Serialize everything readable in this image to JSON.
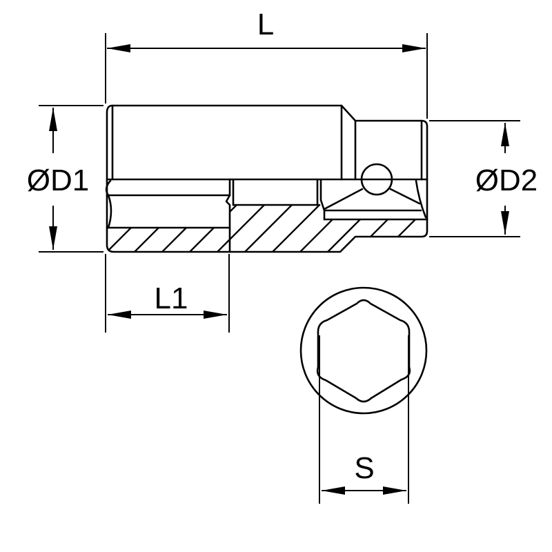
{
  "drawing": {
    "type": "technical-drawing",
    "subject": "deep impact socket with ball detent",
    "line_color": "#000000",
    "background": "#ffffff"
  },
  "dimensions": {
    "overall_length": {
      "label": "L"
    },
    "drive_end_length": {
      "label": "L1"
    },
    "outer_diameter_1": {
      "label": "ØD1"
    },
    "outer_diameter_2": {
      "label": "ØD2"
    },
    "across_flats": {
      "label": "S"
    }
  },
  "views": [
    {
      "name": "side-section-view"
    },
    {
      "name": "end-view-hexagon"
    }
  ]
}
